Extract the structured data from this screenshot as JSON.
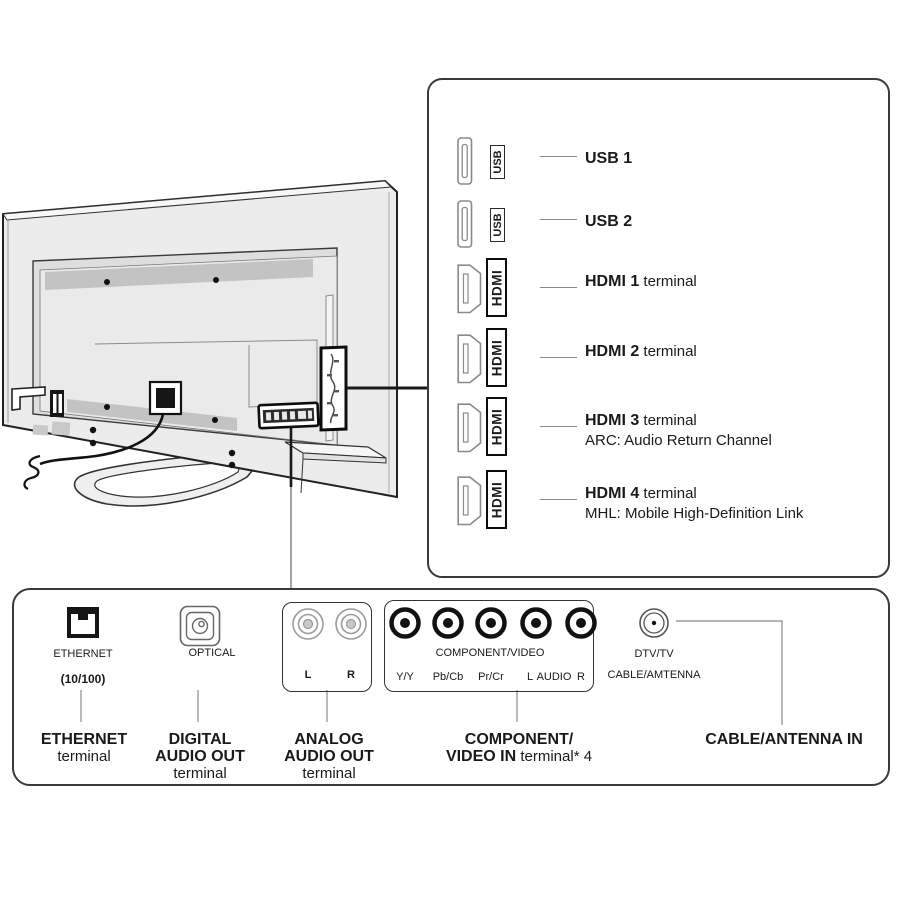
{
  "colors": {
    "line": "#1a1a1a",
    "leader_gray": "#8a8a8a",
    "tv_fill": "#ececec",
    "strip_gray": "#c3c3c3"
  },
  "icons": {
    "usb_port": "usb-port-outline",
    "hdmi_port": "hdmi-port-outline",
    "ethernet": "rj45-jack",
    "optical": "toslink-jack",
    "analog_jack": "rca-jack",
    "component_jack": "rca-jack-black",
    "antenna": "coax-jack"
  },
  "top_callout": {
    "rows": [
      {
        "port": "USB",
        "name": "USB 1",
        "rest": "",
        "line2": ""
      },
      {
        "port": "USB",
        "name": "USB 2",
        "rest": "",
        "line2": ""
      },
      {
        "port": "HDMI",
        "name": "HDMI 1",
        "rest": " terminal",
        "line2": ""
      },
      {
        "port": "HDMI",
        "name": "HDMI 2",
        "rest": " terminal",
        "line2": ""
      },
      {
        "port": "HDMI",
        "name": "HDMI 3",
        "rest": " terminal",
        "line2": "ARC: Audio Return Channel"
      },
      {
        "port": "HDMI",
        "name": "HDMI 4",
        "rest": " terminal",
        "line2": "MHL: Mobile High-Definition Link"
      }
    ]
  },
  "bottom_panel": {
    "ethernet": {
      "label": "ETHERNET",
      "sub": "(10/100)",
      "callout_bold": "ETHERNET",
      "callout_sub": "terminal"
    },
    "optical": {
      "label": "OPTICAL",
      "callout_bold1": "DIGITAL",
      "callout_bold2": "AUDIO OUT",
      "callout_sub": "terminal"
    },
    "analog": {
      "left": "L",
      "right": "R",
      "callout_bold1": "ANALOG",
      "callout_bold2": "AUDIO OUT",
      "callout_sub": "terminal"
    },
    "component": {
      "group_label": "COMPONENT/VIDEO",
      "jacks": [
        "Y/Y",
        "Pb/Cb",
        "Pr/Cr",
        "L",
        "AUDIO",
        "R"
      ],
      "callout_line1": "COMPONENT/",
      "callout_line2_bold": "VIDEO IN",
      "callout_line2_rest": " terminal* 4"
    },
    "antenna": {
      "label_line1": "DTV/TV",
      "label_line2": "CABLE/AMTENNA",
      "callout": "CABLE/ANTENNA IN"
    }
  }
}
